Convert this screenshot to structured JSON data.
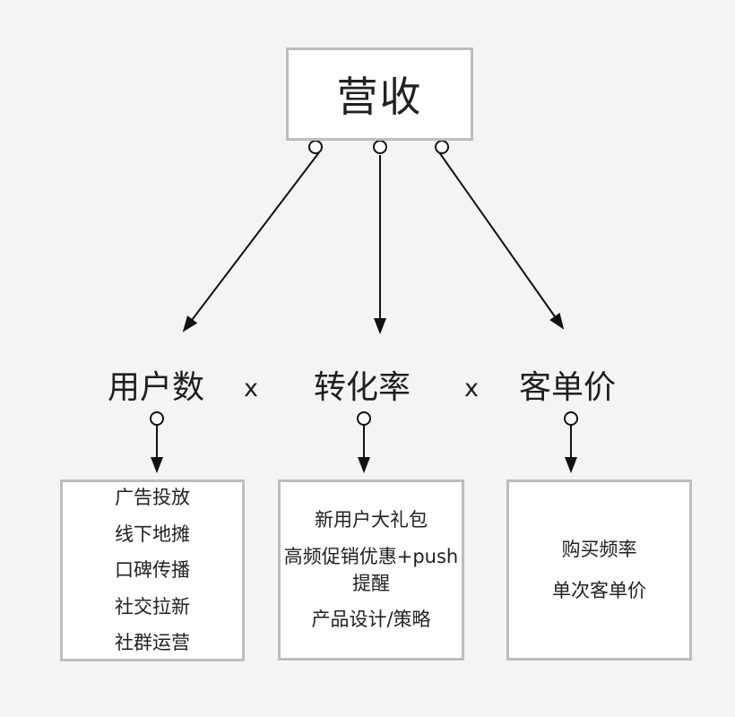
{
  "diagram": {
    "root": {
      "label": "营收"
    },
    "operator": "x",
    "factors": [
      {
        "label": "用户数",
        "items": [
          "广告投放",
          "线下地摊",
          "口碑传播",
          "社交拉新",
          "社群运营"
        ]
      },
      {
        "label": "转化率",
        "items": [
          "新用户大礼包",
          "高频促销优惠+push提醒",
          "产品设计/策略"
        ]
      },
      {
        "label": "客单价",
        "items": [
          "购买频率",
          "单次客单价"
        ]
      }
    ],
    "colors": {
      "background": "#f4f4f5",
      "node_fill": "#ffffff",
      "node_border": "#bdbdbd",
      "connector": "#111111",
      "text": "#212121"
    }
  }
}
